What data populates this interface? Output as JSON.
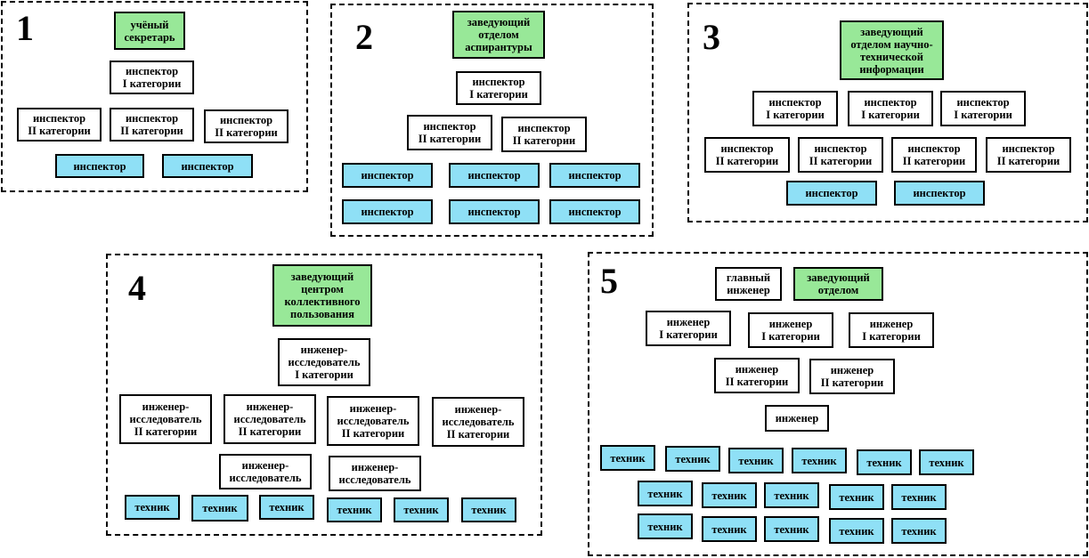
{
  "colors": {
    "head": "#98e898",
    "staff": "#8fe0f6",
    "default": "#ffffff",
    "border": "#000000"
  },
  "panels": [
    {
      "number": "1",
      "boxes": [
        {
          "text": "учёный\nсекретарь",
          "kind": "head"
        },
        {
          "text": "инспектор\nI категории",
          "kind": "default"
        },
        {
          "text": "инспектор\nII категории",
          "kind": "default"
        },
        {
          "text": "инспектор\nII категории",
          "kind": "default"
        },
        {
          "text": "инспектор\nII категории",
          "kind": "default"
        },
        {
          "text": "инспектор",
          "kind": "staff"
        },
        {
          "text": "инспектор",
          "kind": "staff"
        }
      ]
    },
    {
      "number": "2",
      "boxes": [
        {
          "text": "заведующий\nотделом\nаспирантуры",
          "kind": "head"
        },
        {
          "text": "инспектор\nI категории",
          "kind": "default"
        },
        {
          "text": "инспектор\nII категории",
          "kind": "default"
        },
        {
          "text": "инспектор\nII категории",
          "kind": "default"
        },
        {
          "text": "инспектор",
          "kind": "staff"
        },
        {
          "text": "инспектор",
          "kind": "staff"
        },
        {
          "text": "инспектор",
          "kind": "staff"
        },
        {
          "text": "инспектор",
          "kind": "staff"
        },
        {
          "text": "инспектор",
          "kind": "staff"
        },
        {
          "text": "инспектор",
          "kind": "staff"
        }
      ]
    },
    {
      "number": "3",
      "boxes": [
        {
          "text": "заведующий\nотделом научно-\nтехнической\nинформации",
          "kind": "head"
        },
        {
          "text": "инспектор\nI категории",
          "kind": "default"
        },
        {
          "text": "инспектор\nI категории",
          "kind": "default"
        },
        {
          "text": "инспектор\nI категории",
          "kind": "default"
        },
        {
          "text": "инспектор\nII категории",
          "kind": "default"
        },
        {
          "text": "инспектор\nII категории",
          "kind": "default"
        },
        {
          "text": "инспектор\nII категории",
          "kind": "default"
        },
        {
          "text": "инспектор\nII категории",
          "kind": "default"
        },
        {
          "text": "инспектор",
          "kind": "staff"
        },
        {
          "text": "инспектор",
          "kind": "staff"
        }
      ]
    },
    {
      "number": "4",
      "boxes": [
        {
          "text": "заведующий\nцентром\nколлективного\nпользования",
          "kind": "head"
        },
        {
          "text": "инженер-\nисследователь\nI категории",
          "kind": "default"
        },
        {
          "text": "инженер-\nисследователь\nII категории",
          "kind": "default"
        },
        {
          "text": "инженер-\nисследователь\nII категории",
          "kind": "default"
        },
        {
          "text": "инженер-\nисследователь\nII категории",
          "kind": "default"
        },
        {
          "text": "инженер-\nисследователь\nII категории",
          "kind": "default"
        },
        {
          "text": "инженер-\nисследователь",
          "kind": "default"
        },
        {
          "text": "инженер-\nисследователь",
          "kind": "default"
        },
        {
          "text": "техник",
          "kind": "staff"
        },
        {
          "text": "техник",
          "kind": "staff"
        },
        {
          "text": "техник",
          "kind": "staff"
        },
        {
          "text": "техник",
          "kind": "staff"
        },
        {
          "text": "техник",
          "kind": "staff"
        },
        {
          "text": "техник",
          "kind": "staff"
        }
      ]
    },
    {
      "number": "5",
      "boxes": [
        {
          "text": "главный\nинженер",
          "kind": "default"
        },
        {
          "text": "заведующий\nотделом",
          "kind": "head"
        },
        {
          "text": "инженер\nI категории",
          "kind": "default"
        },
        {
          "text": "инженер\nI категории",
          "kind": "default"
        },
        {
          "text": "инженер\nI категории",
          "kind": "default"
        },
        {
          "text": "инженер\nII категории",
          "kind": "default"
        },
        {
          "text": "инженер\nII категории",
          "kind": "default"
        },
        {
          "text": "инженер",
          "kind": "default"
        },
        {
          "text": "техник",
          "kind": "staff"
        },
        {
          "text": "техник",
          "kind": "staff"
        },
        {
          "text": "техник",
          "kind": "staff"
        },
        {
          "text": "техник",
          "kind": "staff"
        },
        {
          "text": "техник",
          "kind": "staff"
        },
        {
          "text": "техник",
          "kind": "staff"
        },
        {
          "text": "техник",
          "kind": "staff"
        },
        {
          "text": "техник",
          "kind": "staff"
        },
        {
          "text": "техник",
          "kind": "staff"
        },
        {
          "text": "техник",
          "kind": "staff"
        },
        {
          "text": "техник",
          "kind": "staff"
        },
        {
          "text": "техник",
          "kind": "staff"
        },
        {
          "text": "техник",
          "kind": "staff"
        },
        {
          "text": "техник",
          "kind": "staff"
        },
        {
          "text": "техник",
          "kind": "staff"
        },
        {
          "text": "техник",
          "kind": "staff"
        }
      ]
    }
  ]
}
